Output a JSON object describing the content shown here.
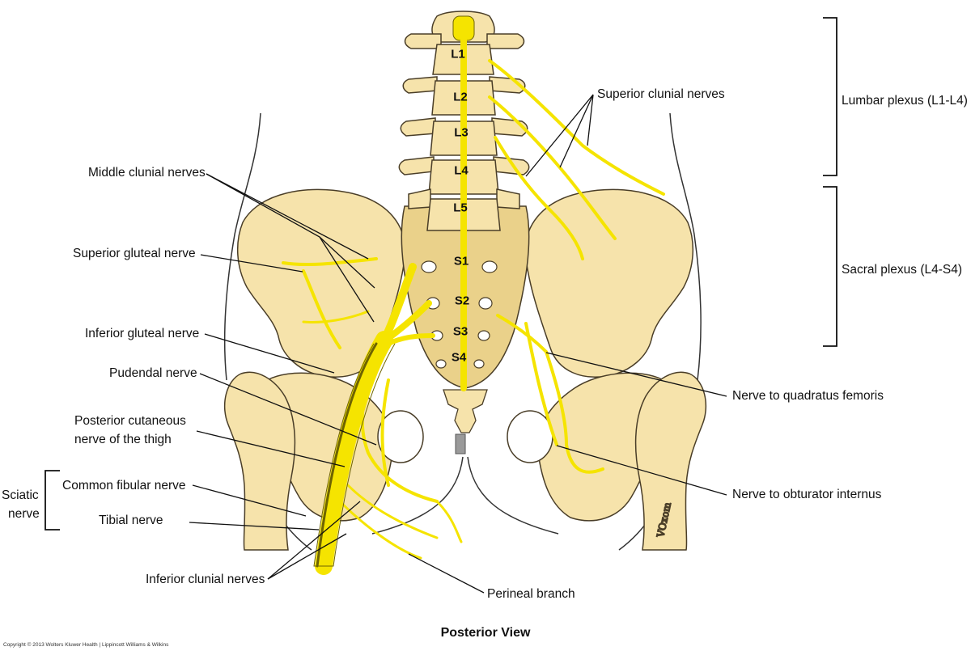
{
  "vertebrae": [
    "L1",
    "L2",
    "L3",
    "L4",
    "L5",
    "S1",
    "S2",
    "S3",
    "S4"
  ],
  "labels": {
    "superior_clunial": "Superior clunial nerves",
    "middle_clunial": "Middle clunial nerves",
    "superior_gluteal": "Superior gluteal nerve",
    "inferior_gluteal": "Inferior gluteal nerve",
    "pudendal": "Pudendal nerve",
    "posterior_cutaneous_1": "Posterior cutaneous",
    "posterior_cutaneous_2": "nerve of the thigh",
    "common_fibular": "Common fibular nerve",
    "tibial": "Tibial nerve",
    "inferior_clunial": "Inferior clunial nerves",
    "perineal_branch": "Perineal branch",
    "quadratus_femoris": "Nerve to quadratus femoris",
    "obturator_internus": "Nerve to obturator internus"
  },
  "brackets": {
    "lumbar": "Lumbar plexus (L1-L4)",
    "sacral": "Sacral plexus (L4-S4)",
    "sciatic_1": "Sciatic",
    "sciatic_2": "nerve"
  },
  "caption": "Posterior View",
  "copyright": "Copyright © 2013 Wolters Kluwer Health | Lippincott Williams & Wilkins",
  "signature": "VOxom",
  "colors": {
    "bone": "#f6e3ab",
    "bone_outline": "#4a3e28",
    "nerve": "#f5e400",
    "nerve_outline": "#6e6400",
    "sacrum": "#ead18a"
  }
}
